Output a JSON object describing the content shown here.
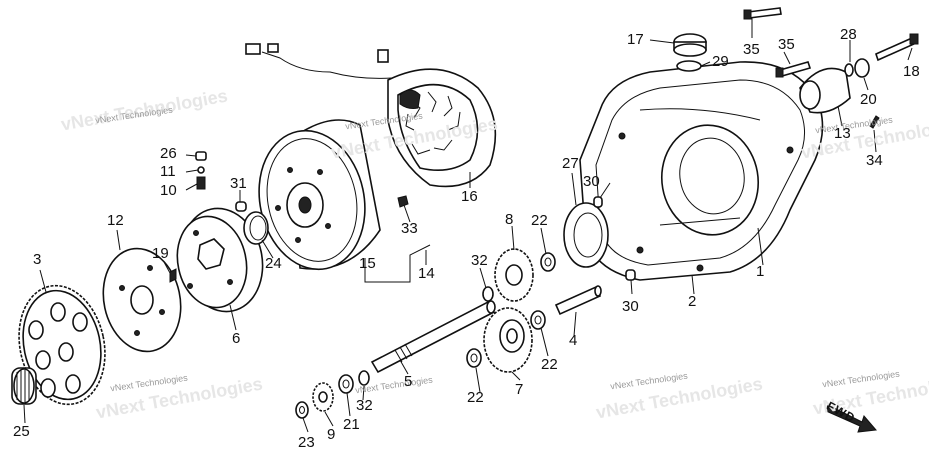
{
  "callouts": {
    "c1": "1",
    "c2": "2",
    "c3": "3",
    "c4": "4",
    "c5": "5",
    "c6": "6",
    "c7": "7",
    "c8": "8",
    "c9": "9",
    "c10": "10",
    "c11": "11",
    "c12": "12",
    "c13": "13",
    "c14": "14",
    "c15": "15",
    "c16": "16",
    "c17": "17",
    "c18": "18",
    "c19": "19",
    "c20": "20",
    "c21": "21",
    "c22a": "22",
    "c22b": "22",
    "c22c": "22",
    "c23": "23",
    "c24": "24",
    "c25": "25",
    "c26": "26",
    "c27": "27",
    "c28": "28",
    "c29": "29",
    "c30a": "30",
    "c30b": "30",
    "c31": "31",
    "c32a": "32",
    "c32b": "32",
    "c33": "33",
    "c34": "34",
    "c35a": "35",
    "c35b": "35"
  },
  "direction_label": "FWD",
  "watermark": "vNext Technologies"
}
